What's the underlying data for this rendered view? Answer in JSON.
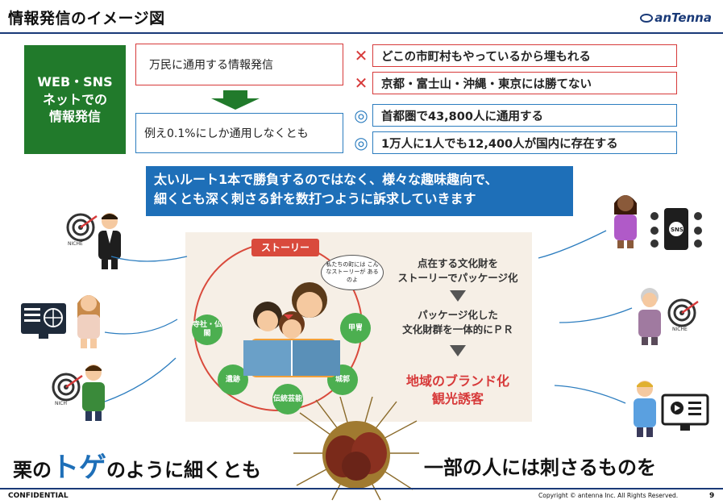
{
  "header": {
    "title": "情報発信のイメージ図",
    "logo": "anTenna"
  },
  "top": {
    "green_box": [
      "WEB・SNS",
      "ネットでの",
      "情報発信"
    ],
    "box_a": "万民に通用する情報発信",
    "box_b": "例え0.1%にしか通用しなくとも",
    "bad_rows": [
      {
        "mark": "✕",
        "text": "どこの市町村もやっているから埋もれる"
      },
      {
        "mark": "✕",
        "text": "京都・富士山・沖縄・東京には勝てない"
      }
    ],
    "good_rows": [
      {
        "mark": "◎",
        "text": "首都圏で43,800人に通用する"
      },
      {
        "mark": "◎",
        "text": "1万人に1人でも12,400人が国内に存在する"
      }
    ]
  },
  "banner": {
    "line1": "太いルート1本で勝負するのではなく、様々な趣味趣向で、",
    "line2": "細くとも深く刺さる針を数打つように訴求していきます"
  },
  "story": {
    "label": "ストーリー",
    "bubble": "私たちの町には こんなストーリーが あるのよ",
    "nodes": [
      "寺社・仏閣",
      "遺跡",
      "伝統芸能",
      "城郭",
      "甲冑"
    ]
  },
  "flow": {
    "step1": [
      "点在する文化財を",
      "ストーリーでパッケージ化"
    ],
    "step2": [
      "パッケージ化した",
      "文化財群を一体的にＰＲ"
    ],
    "result": [
      "地域のブランド化",
      "観光誘客"
    ]
  },
  "icons": {
    "niche_label": "NICHE",
    "sns_label": "SNS",
    "niche_label_short": "NICH"
  },
  "slogan": {
    "left_pre": "栗の",
    "left_toge": "トゲ",
    "left_post": "のように細くとも",
    "right": "一部の人には刺さるものを"
  },
  "footer": {
    "confidential": "CONFIDENTIAL",
    "copyright": "Copyright © antenna Inc. All Rights Reserved.",
    "page": "9"
  },
  "colors": {
    "brand_navy": "#1a3a78",
    "green": "#217a2b",
    "blue": "#1e6fb8",
    "red": "#d73a3a"
  }
}
